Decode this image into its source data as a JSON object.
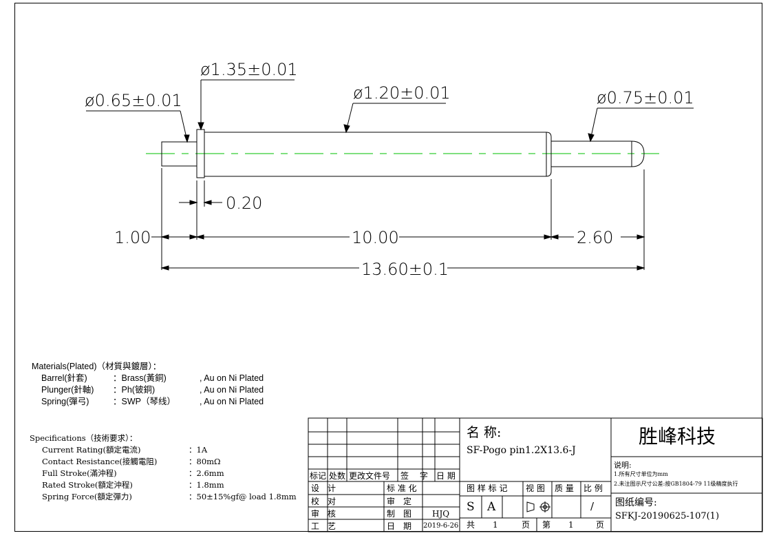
{
  "dimensions": {
    "dia_tip": "ø0.65±0.01",
    "dia_collar": "ø1.35±0.01",
    "dia_barrel": "ø1.20±0.01",
    "dia_plunger": "ø0.75±0.01",
    "collar_width": "0.20",
    "len_tail": "1.00",
    "len_barrel": "10.00",
    "len_plunger": "2.60",
    "len_total": "13.60±0.1"
  },
  "materials": {
    "heading": "Materials(Plated)（材質與鍍層）：",
    "rows": [
      {
        "part": "Barrel(針套)",
        "material": "：Brass(黃銅)",
        "plating": ", Au on Ni Plated"
      },
      {
        "part": "Plunger(針軸)",
        "material": "：Ph(铍銅)",
        "plating": ", Au on Ni Plated"
      },
      {
        "part": "Spring(彈弓)",
        "material": "：SWP（琴线）",
        "plating": ", Au on Ni Plated"
      }
    ]
  },
  "specifications": {
    "heading": "Specifications（技術要求）：",
    "rows": [
      {
        "label": "Current Rating(額定電流)",
        "value": "：1A"
      },
      {
        "label": "Contact Resistance(接觸電阻)",
        "value": "：80mΩ"
      },
      {
        "label": "Full Stroke(滿沖程)",
        "value": "：2.6mm"
      },
      {
        "label": "Rated Stroke(額定沖程)",
        "value": "：1.8mm"
      },
      {
        "label": "Spring Force(額定彈力)",
        "value": "：50±15%gf@ load 1.8mm"
      }
    ]
  },
  "title_block": {
    "rev_headers": [
      "标记",
      "处数",
      "更改文件号",
      "签　 字",
      "日 期"
    ],
    "design": "设　计",
    "check": "校　对",
    "audit": "审　核",
    "process": "工　艺",
    "standard": "标 准 化",
    "review": "审　定",
    "drawn": "制　图",
    "drawn_by": "HJQ",
    "date_label": "日　期",
    "date": "2019-6-26",
    "name_label": "名 称:",
    "name_value": "SF-Pogo pin1.2X13.6-J",
    "sample_mark": "图 样 标 记",
    "view": "视 图",
    "mass": "质 量",
    "scale": "比 例",
    "mark_s": "S",
    "mark_a": "A",
    "scale_value": "/",
    "total_label": "共",
    "total_pages": "1",
    "page_label": "页",
    "sheet_label": "第",
    "sheet_no": "1",
    "page_label2": "页",
    "company": "胜峰科技",
    "notes_label": "说明:",
    "note1": "1.所有尺寸单位为mm",
    "note2": "2.未注图示尺寸公差:按GB1804-79 11级精度执行",
    "drawing_no_label": "图纸编号:",
    "drawing_no": "SFKJ-20190625-107(1)"
  },
  "colors": {
    "centerline": "#33cc33",
    "line": "#000000"
  }
}
